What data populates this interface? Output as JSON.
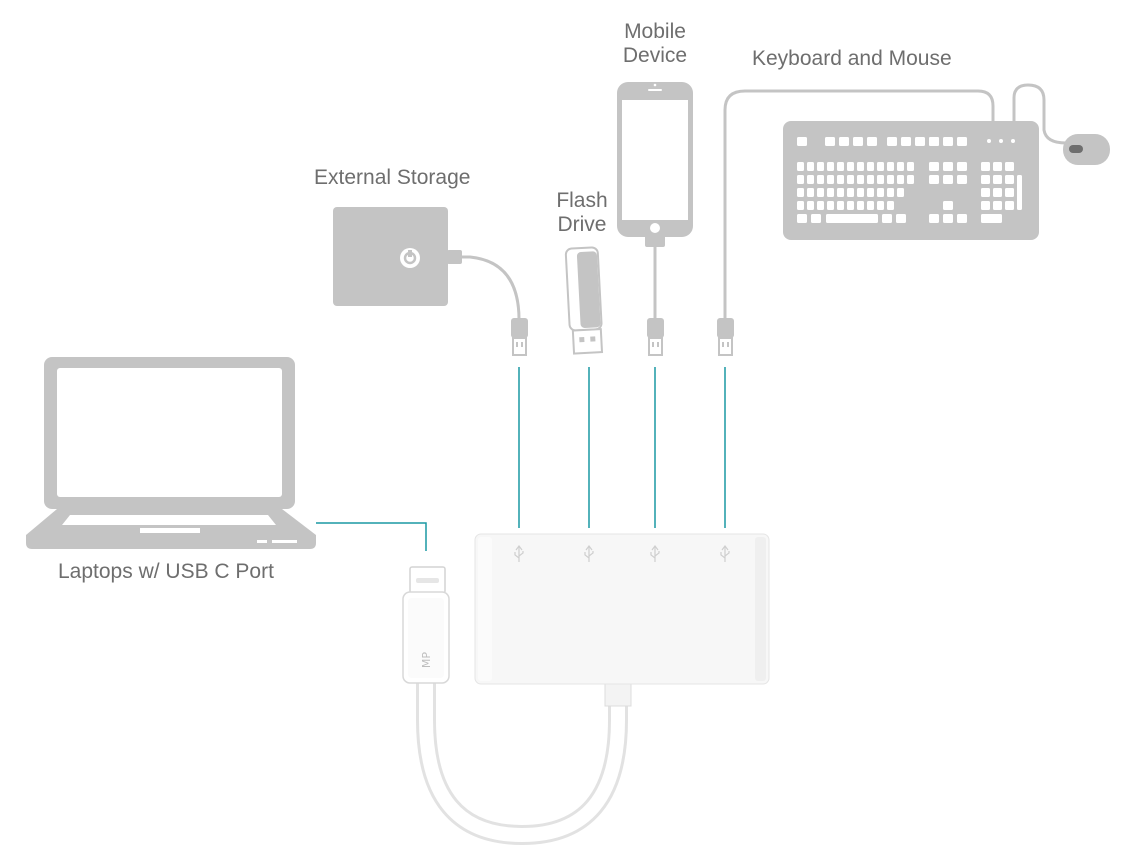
{
  "labels": {
    "external_storage": "External Storage",
    "flash_drive": [
      "Flash",
      "Drive"
    ],
    "mobile_device": [
      "Mobile",
      "Device"
    ],
    "keyboard_mouse": "Keyboard and Mouse",
    "laptop": "Laptops w/ USB C Port"
  },
  "logo_text": "MP",
  "colors": {
    "device_gray": "#c4c4c4",
    "screen_white": "#ffffff",
    "connector_line": "#1a98a3",
    "hub_white": "#f7f7f7",
    "label_text": "#6e6e6e"
  },
  "icons": [
    "usb-icon",
    "power-icon"
  ]
}
